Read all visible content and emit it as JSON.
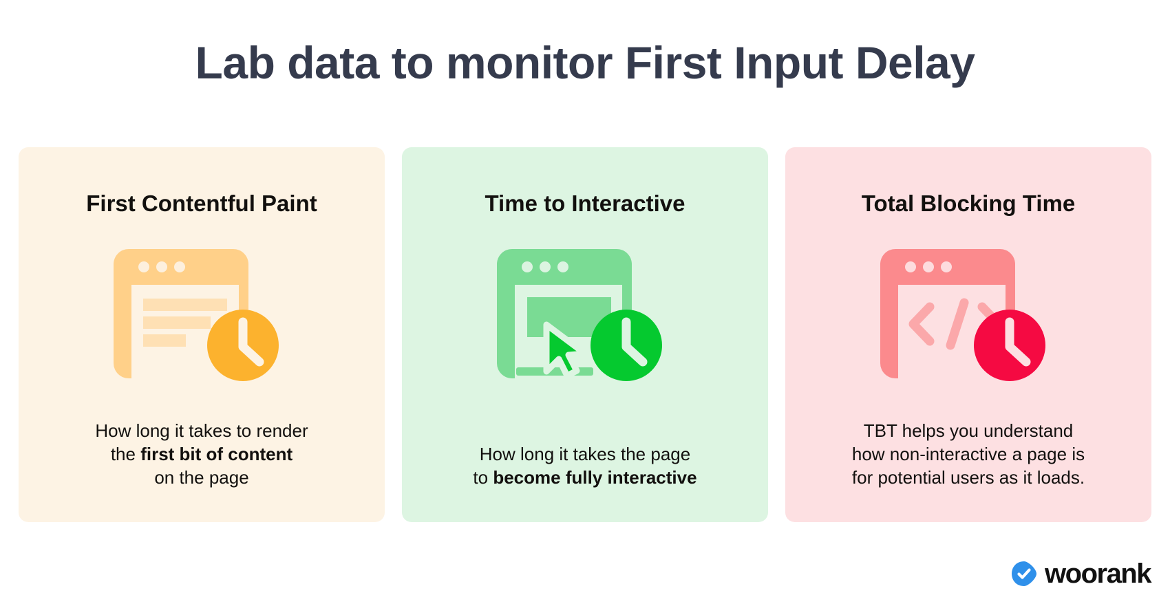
{
  "header": {
    "title": "Lab data to monitor First Input Delay"
  },
  "cards": [
    {
      "id": "first-contentful-paint",
      "title": "First Contentful Paint",
      "bg_color": "#FDF3E4",
      "accent_color": "#FFC86B",
      "clock_color": "#FCB22E",
      "icon_name": "browser-content-clock-icon",
      "desc_lines": [
        {
          "text": "How long it takes to render",
          "bold": false
        },
        {
          "text": "the ",
          "bold": false,
          "bold_text": "first bit of content"
        },
        {
          "text": "on the page",
          "bold": false
        }
      ],
      "desc_plain": "How long it takes to render the first bit of content on the page"
    },
    {
      "id": "time-to-interactive",
      "title": "Time to Interactive",
      "bg_color": "#DDF5E2",
      "accent_color": "#7ADB94",
      "clock_color": "#05C92F",
      "icon_name": "browser-cursor-clock-icon",
      "desc_lines": [
        {
          "text": "How long it takes the page",
          "bold": false
        },
        {
          "text": "to ",
          "bold": false,
          "bold_text": "become fully interactive"
        }
      ],
      "desc_plain": "How long it takes the page to become fully interactive"
    },
    {
      "id": "total-blocking-time",
      "title": "Total Blocking Time",
      "bg_color": "#FDE0E2",
      "accent_color": "#FB8A8D",
      "clock_color": "#F50A42",
      "icon_name": "browser-code-clock-icon",
      "desc_lines": [
        {
          "text": "TBT helps you understand",
          "bold": false
        },
        {
          "text": "how non-interactive a page is",
          "bold": false
        },
        {
          "text": "for potential users as it loads.",
          "bold": false
        }
      ],
      "desc_plain": "TBT helps you understand how non-interactive a page is for potential users as it loads."
    }
  ],
  "footer": {
    "logo_text": "woorank",
    "logo_mark_name": "woorank-check-badge-icon",
    "logo_mark_color": "#2F90EA"
  }
}
